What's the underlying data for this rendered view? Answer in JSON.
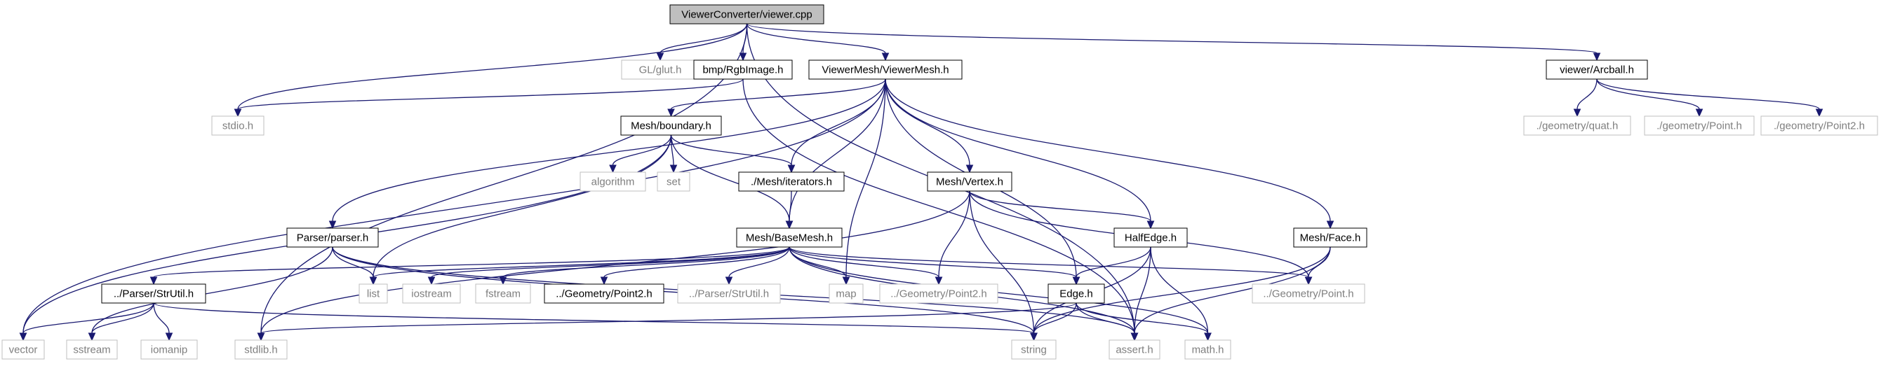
{
  "colors": {
    "edge": "#191970",
    "root_fill": "#bfbfbf",
    "documented_border": "#000000",
    "undocumented_border": "#bfbfbf",
    "undocumented_text": "#7f7f7f"
  },
  "nodes": [
    {
      "id": "viewer_cpp",
      "label": "ViewerConverter/viewer.cpp",
      "kind": "root"
    },
    {
      "id": "glut",
      "label": "GL/glut.h",
      "kind": "undocumented"
    },
    {
      "id": "rgbimage",
      "label": "bmp/RgbImage.h",
      "kind": "documented"
    },
    {
      "id": "viewermesh",
      "label": "ViewerMesh/ViewerMesh.h",
      "kind": "documented"
    },
    {
      "id": "arcball",
      "label": "viewer/Arcball.h",
      "kind": "documented"
    },
    {
      "id": "stdio",
      "label": "stdio.h",
      "kind": "undocumented"
    },
    {
      "id": "boundary",
      "label": "Mesh/boundary.h",
      "kind": "documented"
    },
    {
      "id": "quat",
      "label": "./geometry/quat.h",
      "kind": "undocumented"
    },
    {
      "id": "geo_point",
      "label": "./geometry/Point.h",
      "kind": "undocumented"
    },
    {
      "id": "geo_point2",
      "label": "./geometry/Point2.h",
      "kind": "undocumented"
    },
    {
      "id": "algorithm",
      "label": "algorithm",
      "kind": "undocumented"
    },
    {
      "id": "set",
      "label": "set",
      "kind": "undocumented"
    },
    {
      "id": "iterators",
      "label": "./Mesh/iterators.h",
      "kind": "documented"
    },
    {
      "id": "vertex",
      "label": "Mesh/Vertex.h",
      "kind": "documented"
    },
    {
      "id": "parser",
      "label": "Parser/parser.h",
      "kind": "documented"
    },
    {
      "id": "basemesh",
      "label": "Mesh/BaseMesh.h",
      "kind": "documented"
    },
    {
      "id": "halfedge",
      "label": "HalfEdge.h",
      "kind": "documented"
    },
    {
      "id": "face",
      "label": "Mesh/Face.h",
      "kind": "documented"
    },
    {
      "id": "strutil",
      "label": "../Parser/StrUtil.h",
      "kind": "documented"
    },
    {
      "id": "list",
      "label": "list",
      "kind": "undocumented"
    },
    {
      "id": "iostream",
      "label": "iostream",
      "kind": "undocumented"
    },
    {
      "id": "fstream",
      "label": "fstream",
      "kind": "undocumented"
    },
    {
      "id": "G_point2_doc",
      "label": "../Geometry/Point2.h",
      "kind": "documented"
    },
    {
      "id": "parser_strutil2",
      "label": "../Parser/StrUtil.h",
      "kind": "undocumented"
    },
    {
      "id": "map",
      "label": "map",
      "kind": "undocumented"
    },
    {
      "id": "G_point2",
      "label": "../Geometry/Point2.h",
      "kind": "undocumented"
    },
    {
      "id": "edge",
      "label": "Edge.h",
      "kind": "documented"
    },
    {
      "id": "G_point",
      "label": "../Geometry/Point.h",
      "kind": "undocumented"
    },
    {
      "id": "vector",
      "label": "vector",
      "kind": "undocumented"
    },
    {
      "id": "sstream",
      "label": "sstream",
      "kind": "undocumented"
    },
    {
      "id": "iomanip",
      "label": "iomanip",
      "kind": "undocumented"
    },
    {
      "id": "stdlib",
      "label": "stdlib.h",
      "kind": "undocumented"
    },
    {
      "id": "string",
      "label": "string",
      "kind": "undocumented"
    },
    {
      "id": "assert",
      "label": "assert.h",
      "kind": "undocumented"
    },
    {
      "id": "math",
      "label": "math.h",
      "kind": "undocumented"
    }
  ],
  "edges": [
    [
      "viewer_cpp",
      "glut"
    ],
    [
      "viewer_cpp",
      "rgbimage"
    ],
    [
      "viewer_cpp",
      "viewermesh"
    ],
    [
      "viewer_cpp",
      "arcball"
    ],
    [
      "viewer_cpp",
      "stdio"
    ],
    [
      "viewer_cpp",
      "stdlib"
    ],
    [
      "viewer_cpp",
      "assert"
    ],
    [
      "rgbimage",
      "stdio"
    ],
    [
      "rgbimage",
      "assert"
    ],
    [
      "viewermesh",
      "boundary"
    ],
    [
      "viewermesh",
      "iterators"
    ],
    [
      "viewermesh",
      "vertex"
    ],
    [
      "viewermesh",
      "parser"
    ],
    [
      "viewermesh",
      "basemesh"
    ],
    [
      "viewermesh",
      "halfedge"
    ],
    [
      "viewermesh",
      "face"
    ],
    [
      "viewermesh",
      "edge"
    ],
    [
      "viewermesh",
      "map"
    ],
    [
      "viewermesh",
      "vector"
    ],
    [
      "arcball",
      "quat"
    ],
    [
      "arcball",
      "geo_point"
    ],
    [
      "arcball",
      "geo_point2"
    ],
    [
      "boundary",
      "algorithm"
    ],
    [
      "boundary",
      "set"
    ],
    [
      "boundary",
      "iterators"
    ],
    [
      "boundary",
      "basemesh"
    ],
    [
      "boundary",
      "list"
    ],
    [
      "boundary",
      "vector"
    ],
    [
      "iterators",
      "basemesh"
    ],
    [
      "vertex",
      "halfedge"
    ],
    [
      "vertex",
      "G_point2"
    ],
    [
      "vertex",
      "G_point"
    ],
    [
      "vertex",
      "string"
    ],
    [
      "vertex",
      "stdlib"
    ],
    [
      "parser",
      "list"
    ],
    [
      "parser",
      "sstream"
    ],
    [
      "parser",
      "string"
    ],
    [
      "parser",
      "assert"
    ],
    [
      "basemesh",
      "strutil"
    ],
    [
      "basemesh",
      "list"
    ],
    [
      "basemesh",
      "iostream"
    ],
    [
      "basemesh",
      "fstream"
    ],
    [
      "basemesh",
      "G_point2_doc"
    ],
    [
      "basemesh",
      "parser_strutil2"
    ],
    [
      "basemesh",
      "map"
    ],
    [
      "basemesh",
      "G_point2"
    ],
    [
      "basemesh",
      "edge"
    ],
    [
      "basemesh",
      "G_point"
    ],
    [
      "basemesh",
      "assert"
    ],
    [
      "basemesh",
      "math"
    ],
    [
      "halfedge",
      "edge"
    ],
    [
      "halfedge",
      "string"
    ],
    [
      "halfedge",
      "assert"
    ],
    [
      "halfedge",
      "math"
    ],
    [
      "face",
      "G_point"
    ],
    [
      "face",
      "string"
    ],
    [
      "face",
      "assert"
    ],
    [
      "strutil",
      "vector"
    ],
    [
      "strutil",
      "sstream"
    ],
    [
      "strutil",
      "iomanip"
    ],
    [
      "strutil",
      "string"
    ],
    [
      "edge",
      "stdlib"
    ],
    [
      "edge",
      "string"
    ],
    [
      "edge",
      "assert"
    ],
    [
      "edge",
      "math"
    ]
  ]
}
